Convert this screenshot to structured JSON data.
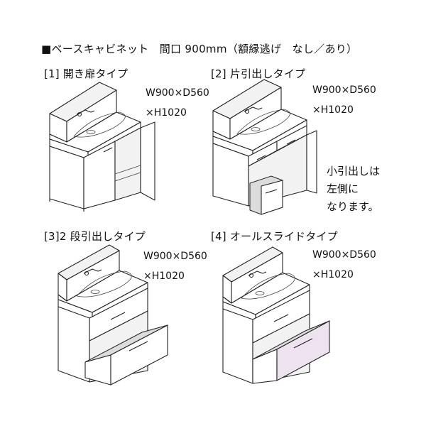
{
  "title": "■ベースキャビネット　間口 900mm（額縁逃げ　なし／あり）",
  "variants": [
    {
      "label": "[1] 開き扉タイプ",
      "dim_w": "W900×D560",
      "dim_h": "×H1020"
    },
    {
      "label": "[2] 片引出しタイプ",
      "dim_w": "W900×D560",
      "dim_h": "×H1020",
      "note": [
        "小引出しは",
        "左側に",
        "なります。"
      ]
    },
    {
      "label": "[3]2 段引出しタイプ",
      "dim_w": "W900×D560",
      "dim_h": "×H1020"
    },
    {
      "label": "[4] オールスライドタイプ",
      "dim_w": "W900×D560",
      "dim_h": "×H1020"
    }
  ],
  "colors": {
    "line": "#222222",
    "slide_drawer_front": "#ede3ef"
  }
}
